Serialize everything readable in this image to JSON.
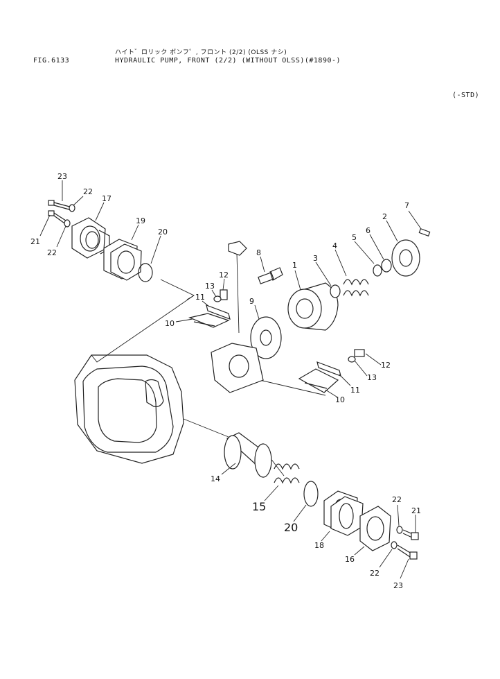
{
  "header": {
    "fig_no": "FIG.6133",
    "title_jp": "ハイト゛ロリック ポンフ゜, フロント (2/2) (OLSS ナシ)",
    "title_en": "HYDRAULIC PUMP, FRONT (2/2) (WITHOUT OLSS)(#1890-)",
    "spec": "(-STD)"
  },
  "callouts": [
    {
      "id": "23",
      "part": "bolt"
    },
    {
      "id": "22",
      "part": "washer"
    },
    {
      "id": "17",
      "part": "flange"
    },
    {
      "id": "19",
      "part": "gasket"
    },
    {
      "id": "20",
      "part": "o-ring"
    },
    {
      "id": "21",
      "part": "bolt"
    },
    {
      "id": "22",
      "part": "washer"
    },
    {
      "id": "8",
      "part": "pin"
    },
    {
      "id": "1",
      "part": "cylinder-block"
    },
    {
      "id": "3",
      "part": "ring"
    },
    {
      "id": "4",
      "part": "spring"
    },
    {
      "id": "5",
      "part": "ring"
    },
    {
      "id": "6",
      "part": "ring"
    },
    {
      "id": "2",
      "part": "valve-plate"
    },
    {
      "id": "7",
      "part": "pin"
    },
    {
      "id": "12",
      "part": "bolt"
    },
    {
      "id": "13",
      "part": "washer"
    },
    {
      "id": "11",
      "part": "plate"
    },
    {
      "id": "10",
      "part": "shim"
    },
    {
      "id": "9",
      "part": "plate"
    },
    {
      "id": "12",
      "part": "bolt"
    },
    {
      "id": "13",
      "part": "washer"
    },
    {
      "id": "11",
      "part": "plate"
    },
    {
      "id": "10",
      "part": "shim"
    },
    {
      "id": "14",
      "part": "bushing"
    },
    {
      "id": "15",
      "part": "spring"
    },
    {
      "id": "20",
      "part": "o-ring"
    },
    {
      "id": "18",
      "part": "gasket"
    },
    {
      "id": "16",
      "part": "flange"
    },
    {
      "id": "22",
      "part": "washer"
    },
    {
      "id": "21",
      "part": "bolt"
    },
    {
      "id": "22",
      "part": "washer"
    },
    {
      "id": "23",
      "part": "bolt"
    }
  ]
}
